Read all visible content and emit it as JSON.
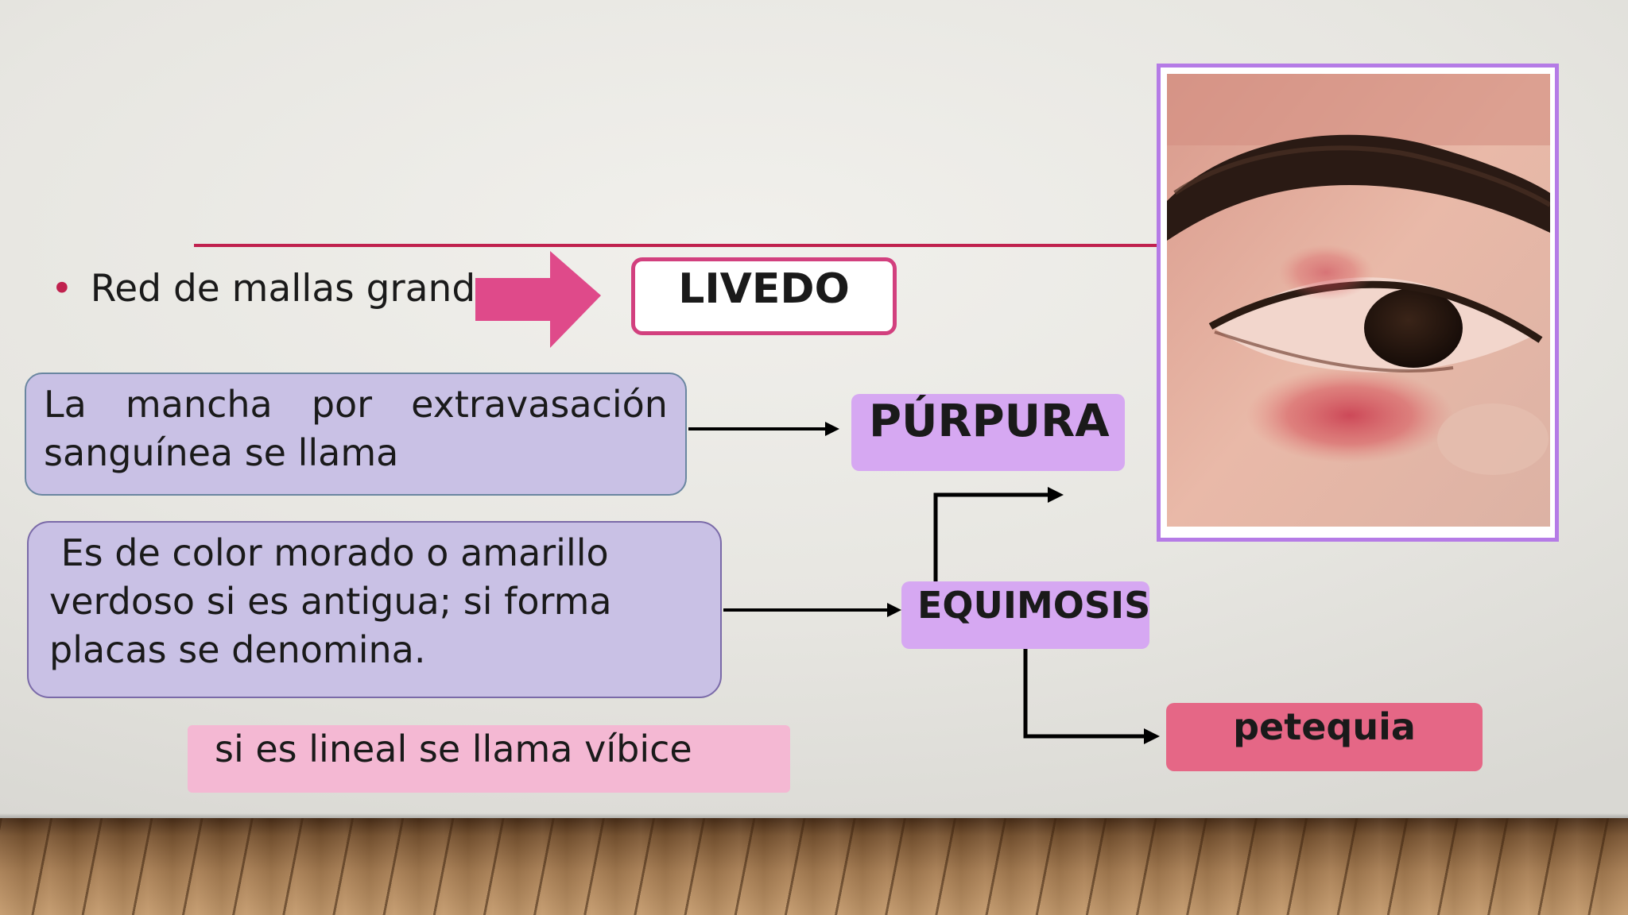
{
  "bullet": {
    "marker": "•",
    "text": "Red de mallas grandes"
  },
  "livedo": {
    "label": "LIVEDO"
  },
  "box1": {
    "first_line_words": [
      "La",
      "mancha",
      "por",
      "extravasación"
    ],
    "second_line": "sanguínea se llama"
  },
  "box2": {
    "lines": [
      " Es de color morado o amarillo",
      "verdoso si es antigua; si forma",
      "placas se denomina."
    ]
  },
  "vibice": {
    "text": "si es lineal se llama víbice"
  },
  "purpura": {
    "label": "PÚRPURA"
  },
  "equimosis": {
    "label": "EQUIMOSIS"
  },
  "petequia": {
    "label": "petequia"
  },
  "colors": {
    "accent_line": "#c0214e",
    "arrow_fill": "#df4a8a",
    "livedo_border": "#d2407e",
    "box_lavender": "#c9c1e5",
    "label_purple": "#d6a8f2",
    "vibice_pink": "#f4b8d3",
    "petequia_pink": "#e56786",
    "photo_border": "#b57be6"
  },
  "icons": {
    "big_arrow": "right-arrow-icon",
    "connector": "arrow-head-icon"
  }
}
